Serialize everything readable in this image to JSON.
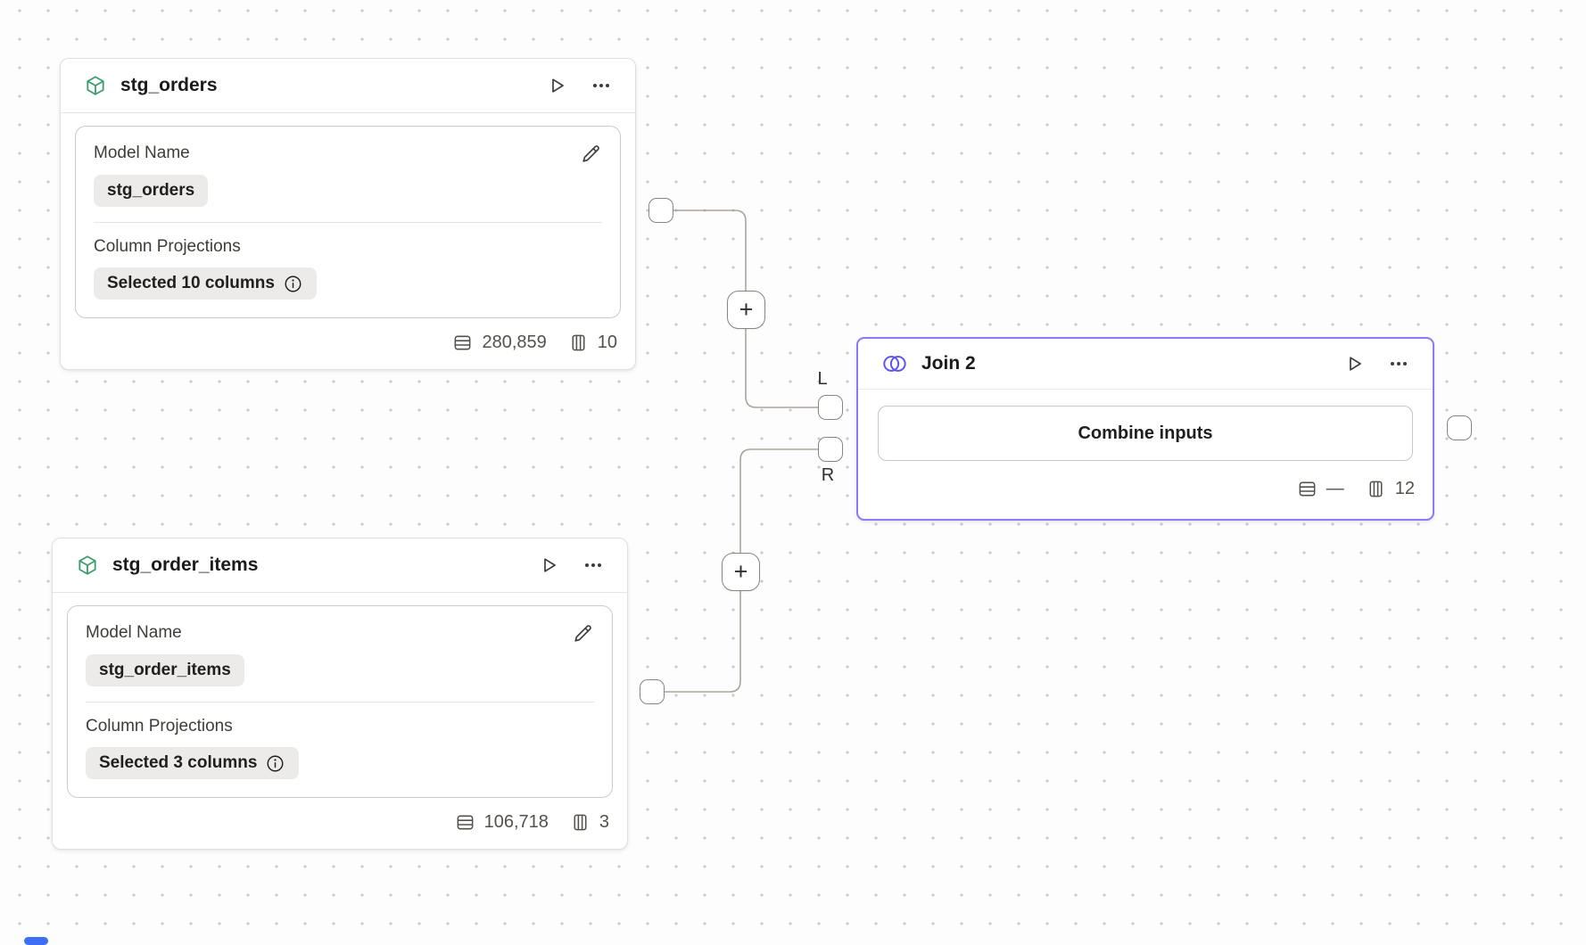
{
  "canvas": {
    "background": "#fdfdfd",
    "dot_color": "#c9c9c9"
  },
  "colors": {
    "join_accent_border": "#897bf8",
    "join_icon_purple": "#5b51e8",
    "model_icon_green": "#3d9d6e",
    "edge_line": "#aba49d",
    "scroll_thumb_blue": "#3f6df4"
  },
  "nodes": {
    "stg_orders": {
      "title": "stg_orders",
      "model_name_label": "Model Name",
      "model_name_value": "stg_orders",
      "column_projections_label": "Column Projections",
      "column_projections_value": "Selected 10 columns",
      "row_count": "280,859",
      "column_count": "10"
    },
    "stg_order_items": {
      "title": "stg_order_items",
      "model_name_label": "Model Name",
      "model_name_value": "stg_order_items",
      "column_projections_label": "Column Projections",
      "column_projections_value": "Selected 3 columns",
      "row_count": "106,718",
      "column_count": "3"
    },
    "join_2": {
      "title": "Join 2",
      "combine_button_label": "Combine inputs",
      "row_count": "—",
      "column_count": "12",
      "left_port_label": "L",
      "right_port_label": "R"
    }
  },
  "edges": {
    "add_button_label": "+"
  },
  "icons": {
    "cube-icon": "green 3d package outline (model node type)",
    "venn-icon": "purple overlapping circles (join node type)",
    "play-icon": "run triangle outline",
    "ellipsis-icon": "more options three dots",
    "pencil-icon": "edit model name",
    "info-icon": "circled i info",
    "rows-icon": "row count stacked rows",
    "columns-icon": "column count vertical bars",
    "port-handle": "connection port squircle",
    "plus-icon": "add step on edge"
  }
}
